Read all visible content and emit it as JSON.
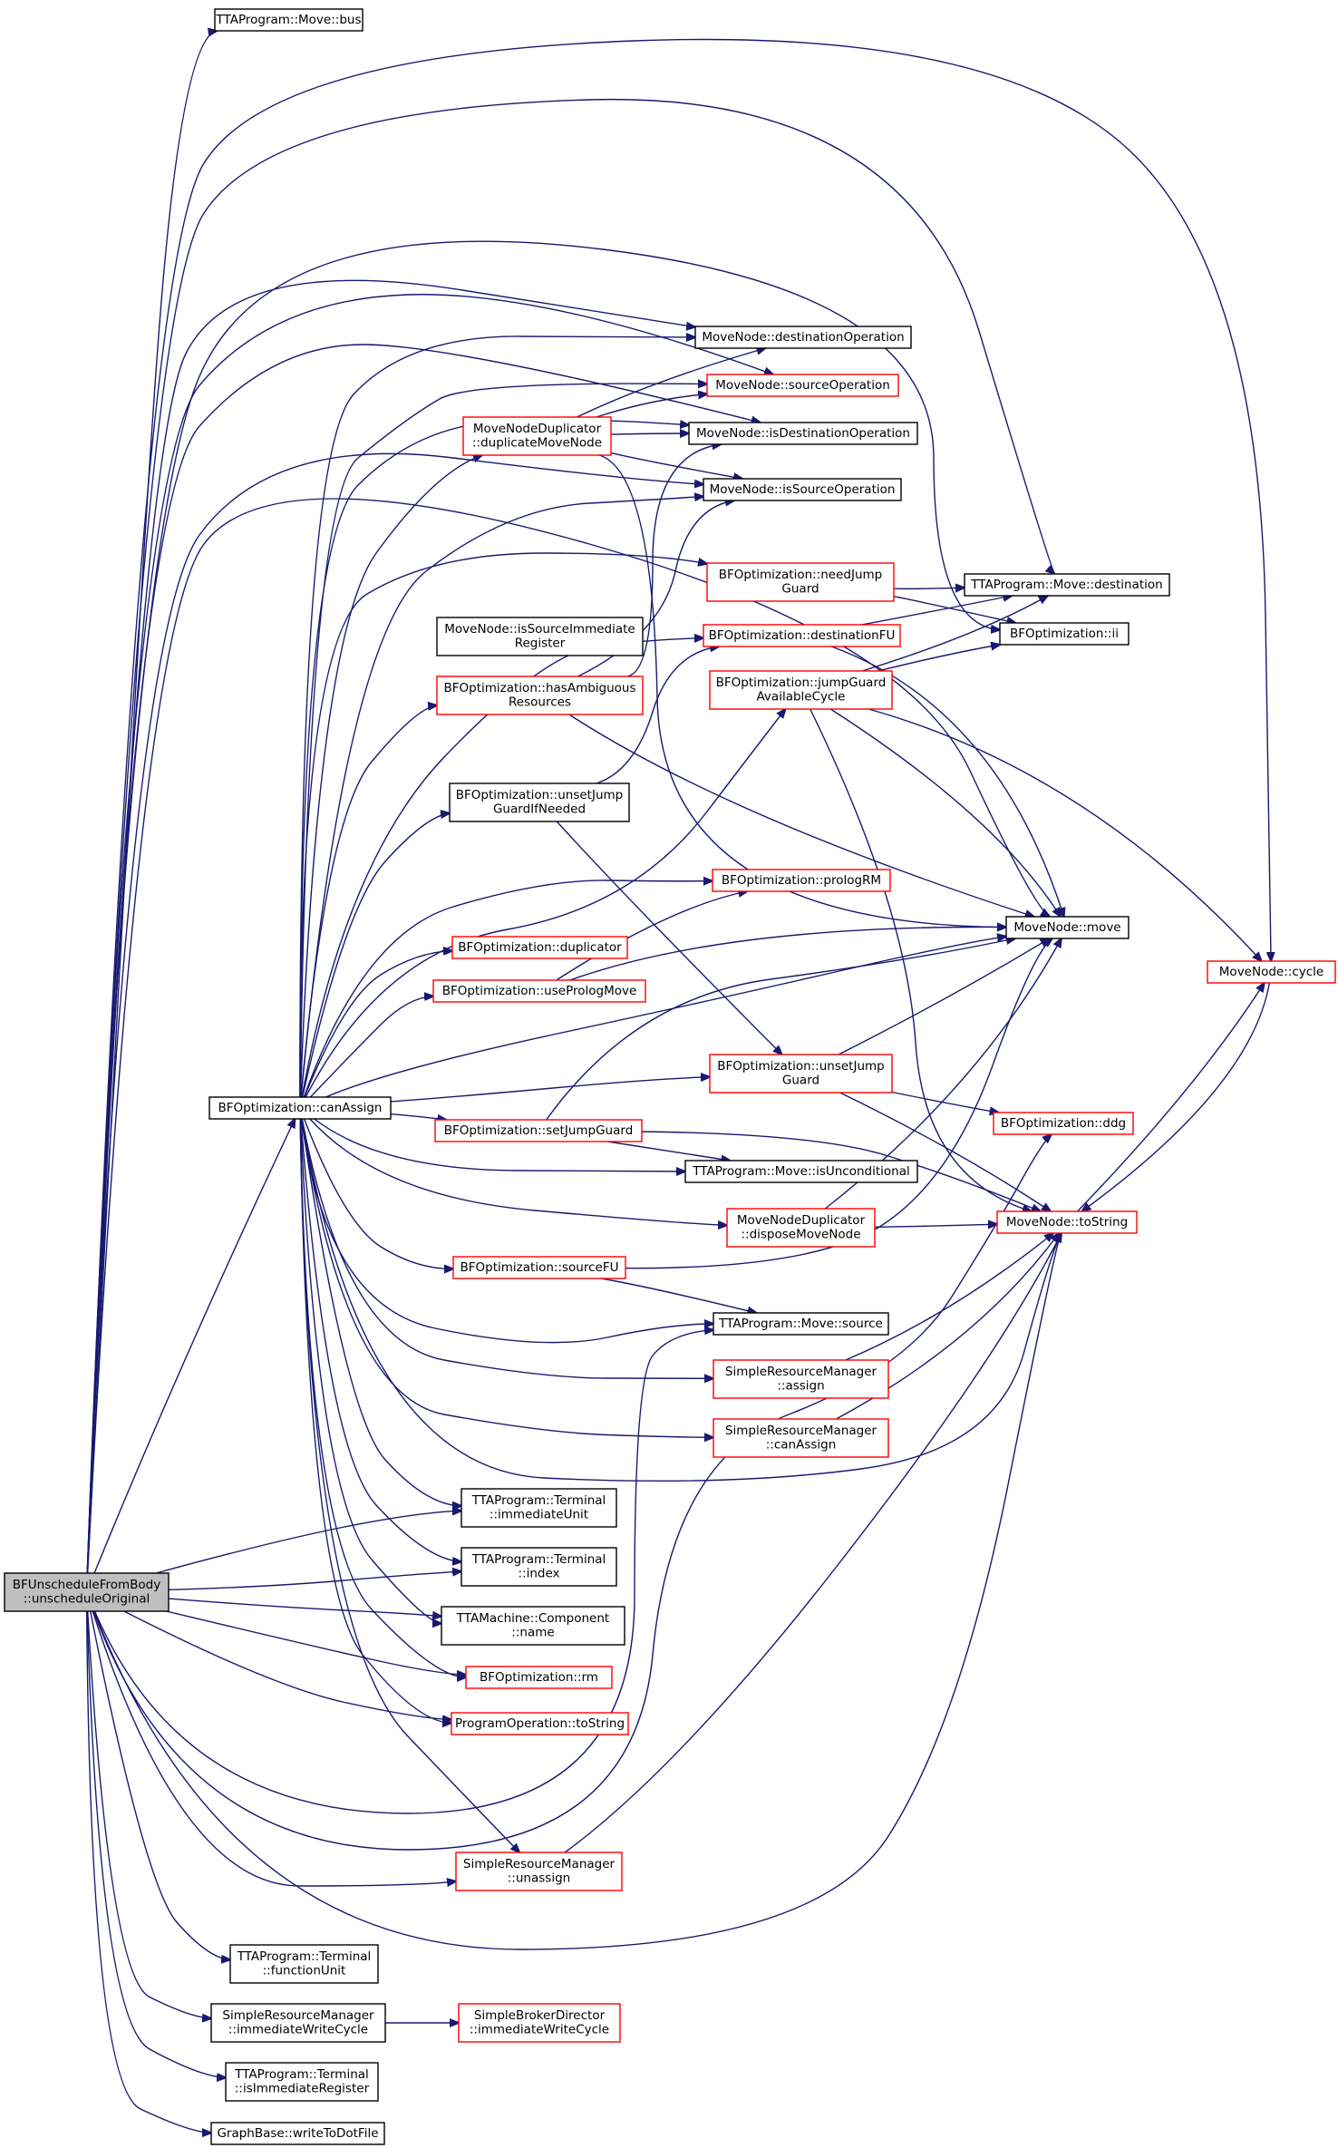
{
  "diagram": {
    "type": "call-graph",
    "colors": {
      "edge": "#191970",
      "root_fill": "#bfbfbf",
      "complete_border": "#000000",
      "truncated_border": "#ff0000",
      "background": "#ffffff"
    },
    "nodes": [
      {
        "id": "root",
        "lines": [
          "BFUnscheduleFromBody",
          "::unscheduleOriginal"
        ],
        "style": "root"
      },
      {
        "id": "bus",
        "lines": [
          "TTAProgram::Move::bus"
        ],
        "style": "black"
      },
      {
        "id": "cycle",
        "lines": [
          "MoveNode::cycle"
        ],
        "style": "red"
      },
      {
        "id": "move_destination",
        "lines": [
          "TTAProgram::Move::destination"
        ],
        "style": "black"
      },
      {
        "id": "dest_op",
        "lines": [
          "MoveNode::destinationOperation"
        ],
        "style": "black"
      },
      {
        "id": "src_op",
        "lines": [
          "MoveNode::sourceOperation"
        ],
        "style": "red"
      },
      {
        "id": "is_dest_op",
        "lines": [
          "MoveNode::isDestinationOperation"
        ],
        "style": "black"
      },
      {
        "id": "is_src_op",
        "lines": [
          "MoveNode::isSourceOperation"
        ],
        "style": "black"
      },
      {
        "id": "dup_move_node",
        "lines": [
          "MoveNodeDuplicator",
          "::duplicateMoveNode"
        ],
        "style": "red"
      },
      {
        "id": "need_jump_guard",
        "lines": [
          "BFOptimization::needJump",
          "Guard"
        ],
        "style": "red"
      },
      {
        "id": "ii",
        "lines": [
          "BFOptimization::ii"
        ],
        "style": "black"
      },
      {
        "id": "is_src_imm_reg",
        "lines": [
          "MoveNode::isSourceImmediate",
          "Register"
        ],
        "style": "black"
      },
      {
        "id": "destination_fu",
        "lines": [
          "BFOptimization::destinationFU"
        ],
        "style": "red"
      },
      {
        "id": "has_ambiguous",
        "lines": [
          "BFOptimization::hasAmbiguous",
          "Resources"
        ],
        "style": "red"
      },
      {
        "id": "jump_guard_avail",
        "lines": [
          "BFOptimization::jumpGuard",
          "AvailableCycle"
        ],
        "style": "red"
      },
      {
        "id": "unset_jump_guard_if",
        "lines": [
          "BFOptimization::unsetJump",
          "GuardIfNeeded"
        ],
        "style": "black"
      },
      {
        "id": "prolog_rm",
        "lines": [
          "BFOptimization::prologRM"
        ],
        "style": "red"
      },
      {
        "id": "movenode_move",
        "lines": [
          "MoveNode::move"
        ],
        "style": "black"
      },
      {
        "id": "duplicator",
        "lines": [
          "BFOptimization::duplicator"
        ],
        "style": "red"
      },
      {
        "id": "use_prolog_move",
        "lines": [
          "BFOptimization::usePrologMove"
        ],
        "style": "red"
      },
      {
        "id": "unset_jump_guard",
        "lines": [
          "BFOptimization::unsetJump",
          "Guard"
        ],
        "style": "red"
      },
      {
        "id": "can_assign",
        "lines": [
          "BFOptimization::canAssign"
        ],
        "style": "black"
      },
      {
        "id": "set_jump_guard",
        "lines": [
          "BFOptimization::setJumpGuard"
        ],
        "style": "red"
      },
      {
        "id": "ddg",
        "lines": [
          "BFOptimization::ddg"
        ],
        "style": "red"
      },
      {
        "id": "is_unconditional",
        "lines": [
          "TTAProgram::Move::isUnconditional"
        ],
        "style": "black"
      },
      {
        "id": "dispose_move_node",
        "lines": [
          "MoveNodeDuplicator",
          "::disposeMoveNode"
        ],
        "style": "red"
      },
      {
        "id": "to_string",
        "lines": [
          "MoveNode::toString"
        ],
        "style": "red"
      },
      {
        "id": "source_fu",
        "lines": [
          "BFOptimization::sourceFU"
        ],
        "style": "red"
      },
      {
        "id": "move_source",
        "lines": [
          "TTAProgram::Move::source"
        ],
        "style": "black"
      },
      {
        "id": "srm_assign",
        "lines": [
          "SimpleResourceManager",
          "::assign"
        ],
        "style": "red"
      },
      {
        "id": "srm_can_assign",
        "lines": [
          "SimpleResourceManager",
          "::canAssign"
        ],
        "style": "red"
      },
      {
        "id": "term_immediate_unit",
        "lines": [
          "TTAProgram::Terminal",
          "::immediateUnit"
        ],
        "style": "black"
      },
      {
        "id": "term_index",
        "lines": [
          "TTAProgram::Terminal",
          "::index"
        ],
        "style": "black"
      },
      {
        "id": "component_name",
        "lines": [
          "TTAMachine::Component",
          "::name"
        ],
        "style": "black"
      },
      {
        "id": "rm",
        "lines": [
          "BFOptimization::rm"
        ],
        "style": "red"
      },
      {
        "id": "progop_to_string",
        "lines": [
          "ProgramOperation::toString"
        ],
        "style": "red"
      },
      {
        "id": "srm_unassign",
        "lines": [
          "SimpleResourceManager",
          "::unassign"
        ],
        "style": "red"
      },
      {
        "id": "term_function_unit",
        "lines": [
          "TTAProgram::Terminal",
          "::functionUnit"
        ],
        "style": "black"
      },
      {
        "id": "srm_imm_write_cycle",
        "lines": [
          "SimpleResourceManager",
          "::immediateWriteCycle"
        ],
        "style": "black"
      },
      {
        "id": "sbd_imm_write_cycle",
        "lines": [
          "SimpleBrokerDirector",
          "::immediateWriteCycle"
        ],
        "style": "red"
      },
      {
        "id": "term_is_imm_reg",
        "lines": [
          "TTAProgram::Terminal",
          "::isImmediateRegister"
        ],
        "style": "black"
      },
      {
        "id": "write_to_dot",
        "lines": [
          "GraphBase::writeToDotFile"
        ],
        "style": "black"
      }
    ]
  }
}
